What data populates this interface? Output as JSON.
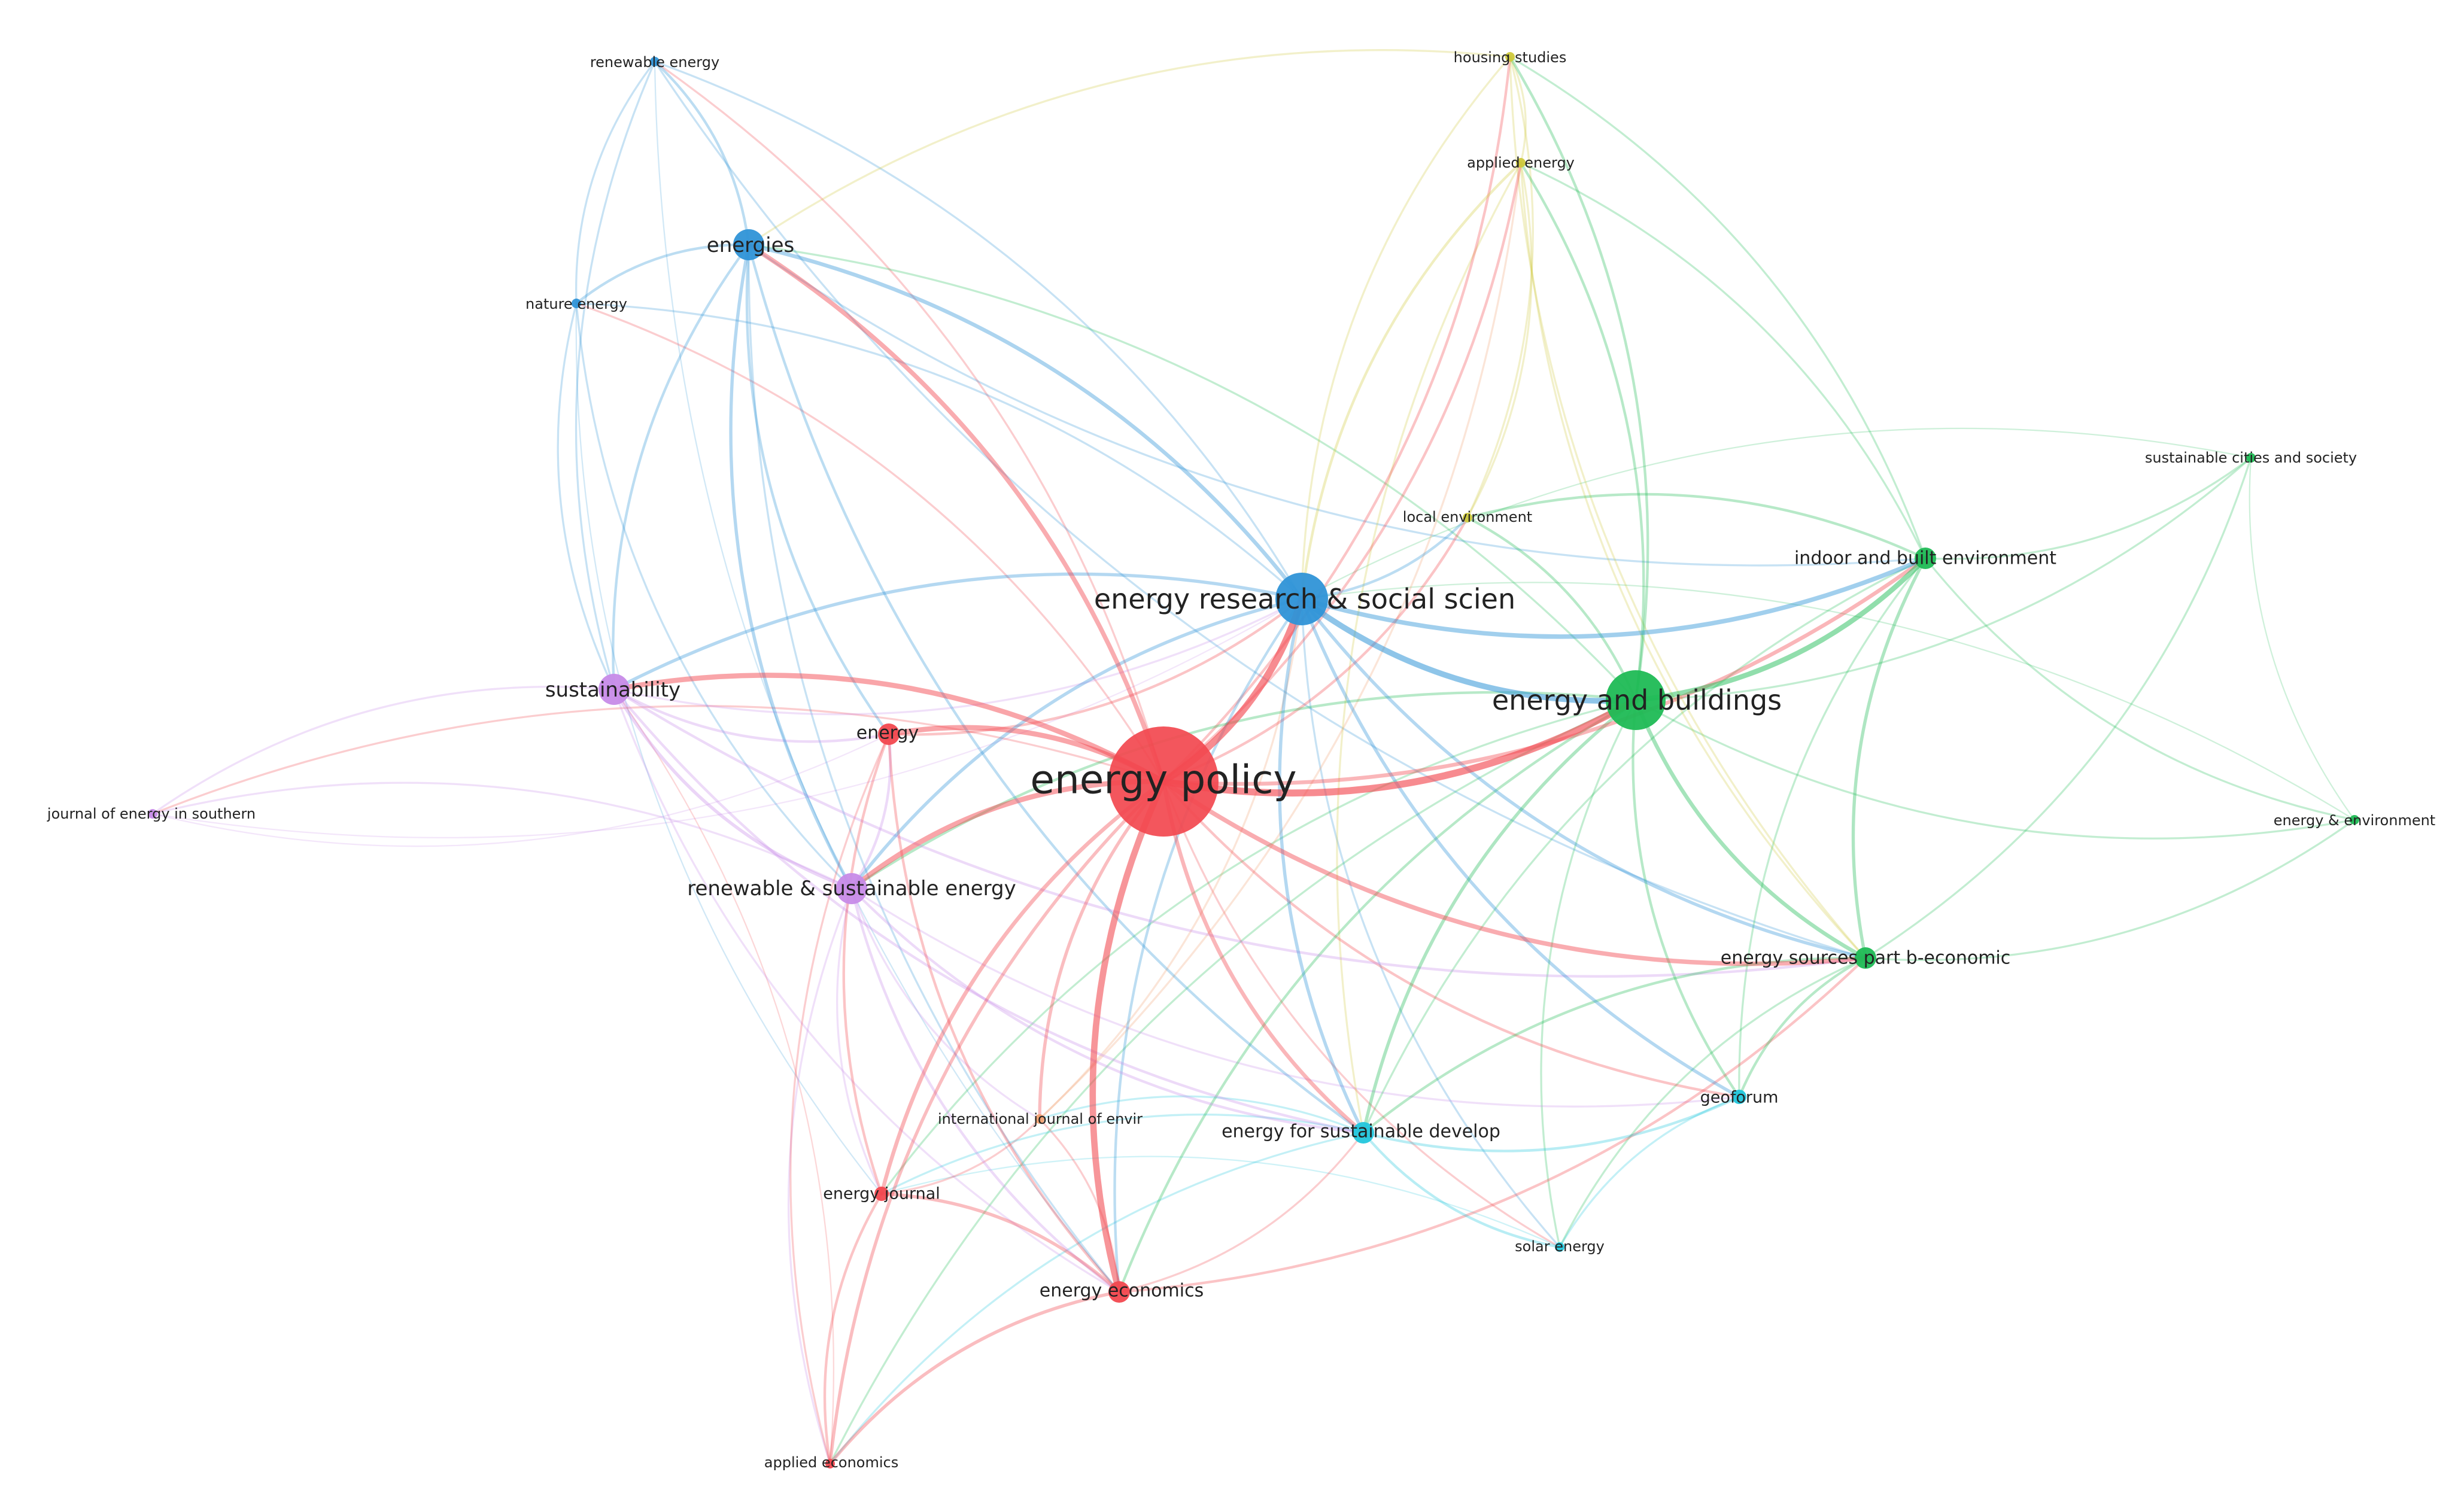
{
  "network": {
    "clusters": {
      "red": "#f2484f",
      "blue": "#2f94d7",
      "green": "#1fbb55",
      "purple": "#c78be8",
      "yellow": "#cfc93c",
      "cyan": "#22c6dc",
      "orange": "#f0a070"
    },
    "nodes": [
      {
        "id": "energy-policy",
        "label": "energy policy",
        "cluster": "red",
        "weight": 100
      },
      {
        "id": "energy-research-social",
        "label": "energy research & social scien",
        "cluster": "blue",
        "weight": 38
      },
      {
        "id": "energy-and-buildings",
        "label": "energy and buildings",
        "cluster": "green",
        "weight": 42
      },
      {
        "id": "energies",
        "label": "energies",
        "cluster": "blue",
        "weight": 16
      },
      {
        "id": "sustainability",
        "label": "sustainability",
        "cluster": "purple",
        "weight": 16
      },
      {
        "id": "renewable-sustainable",
        "label": "renewable & sustainable energy",
        "cluster": "purple",
        "weight": 14
      },
      {
        "id": "energy",
        "label": "energy",
        "cluster": "red",
        "weight": 10
      },
      {
        "id": "indoor-built",
        "label": "indoor and built environment",
        "cluster": "green",
        "weight": 12
      },
      {
        "id": "energy-sources-b",
        "label": "energy sources part b-economic",
        "cluster": "green",
        "weight": 12
      },
      {
        "id": "energy-sustainable-develop",
        "label": "energy for sustainable develop",
        "cluster": "cyan",
        "weight": 11
      },
      {
        "id": "energy-economics",
        "label": "energy economics",
        "cluster": "red",
        "weight": 11
      },
      {
        "id": "energy-journal",
        "label": "energy journal",
        "cluster": "red",
        "weight": 7
      },
      {
        "id": "international-journal-envir",
        "label": "international journal of envir",
        "cluster": "orange",
        "weight": 5
      },
      {
        "id": "geoforum",
        "label": "geoforum",
        "cluster": "cyan",
        "weight": 6
      },
      {
        "id": "solar-energy",
        "label": "solar energy",
        "cluster": "cyan",
        "weight": 5
      },
      {
        "id": "applied-economics",
        "label": "applied economics",
        "cluster": "red",
        "weight": 5
      },
      {
        "id": "local-environment",
        "label": "local environment",
        "cluster": "yellow",
        "weight": 5
      },
      {
        "id": "applied-energy",
        "label": "applied energy",
        "cluster": "yellow",
        "weight": 5
      },
      {
        "id": "housing-studies",
        "label": "housing studies",
        "cluster": "yellow",
        "weight": 5
      },
      {
        "id": "renewable-energy",
        "label": "renewable energy",
        "cluster": "blue",
        "weight": 5
      },
      {
        "id": "nature-energy",
        "label": "nature energy",
        "cluster": "blue",
        "weight": 5
      },
      {
        "id": "journal-energy-southern",
        "label": "journal of energy in southern",
        "cluster": "purple",
        "weight": 4
      },
      {
        "id": "sustainable-cities",
        "label": "sustainable cities and society",
        "cluster": "green",
        "weight": 4
      },
      {
        "id": "energy-environment",
        "label": "energy & environment",
        "cluster": "green",
        "weight": 4
      }
    ],
    "links": [
      {
        "source": "energy-policy",
        "target": "energy-research-social",
        "strength": 10
      },
      {
        "source": "energy-policy",
        "target": "energy-and-buildings",
        "strength": 10
      },
      {
        "source": "energy-policy",
        "target": "energy-economics",
        "strength": 9
      },
      {
        "source": "energy-policy",
        "target": "sustainability",
        "strength": 7
      },
      {
        "source": "energy-policy",
        "target": "renewable-sustainable",
        "strength": 7
      },
      {
        "source": "energy-policy",
        "target": "energies",
        "strength": 6
      },
      {
        "source": "energy-policy",
        "target": "energy",
        "strength": 7
      },
      {
        "source": "energy-policy",
        "target": "energy-sources-b",
        "strength": 6
      },
      {
        "source": "energy-policy",
        "target": "energy-journal",
        "strength": 5
      },
      {
        "source": "energy-policy",
        "target": "energy-sustainable-develop",
        "strength": 5
      },
      {
        "source": "energy-policy",
        "target": "applied-economics",
        "strength": 4
      },
      {
        "source": "energy-policy",
        "target": "indoor-built",
        "strength": 5
      },
      {
        "source": "energy-policy",
        "target": "international-journal-envir",
        "strength": 4
      },
      {
        "source": "energy-policy",
        "target": "geoforum",
        "strength": 3
      },
      {
        "source": "energy-policy",
        "target": "applied-energy",
        "strength": 3
      },
      {
        "source": "energy-policy",
        "target": "housing-studies",
        "strength": 3
      },
      {
        "source": "energy-policy",
        "target": "local-environment",
        "strength": 3
      },
      {
        "source": "energy-policy",
        "target": "solar-energy",
        "strength": 2
      },
      {
        "source": "energy-policy",
        "target": "renewable-energy",
        "strength": 2
      },
      {
        "source": "energy-policy",
        "target": "nature-energy",
        "strength": 2
      },
      {
        "source": "energy-policy",
        "target": "journal-energy-southern",
        "strength": 2
      },
      {
        "source": "energy-research-social",
        "target": "energy-and-buildings",
        "strength": 8
      },
      {
        "source": "energy-research-social",
        "target": "energies",
        "strength": 5
      },
      {
        "source": "energy-research-social",
        "target": "indoor-built",
        "strength": 6
      },
      {
        "source": "energy-research-social",
        "target": "sustainability",
        "strength": 4
      },
      {
        "source": "energy-research-social",
        "target": "renewable-sustainable",
        "strength": 4
      },
      {
        "source": "energy-research-social",
        "target": "energy-sources-b",
        "strength": 4
      },
      {
        "source": "energy-research-social",
        "target": "energy-sustainable-develop",
        "strength": 4
      },
      {
        "source": "energy-research-social",
        "target": "geoforum",
        "strength": 4
      },
      {
        "source": "energy-research-social",
        "target": "renewable-energy",
        "strength": 2
      },
      {
        "source": "energy-research-social",
        "target": "nature-energy",
        "strength": 2
      },
      {
        "source": "energy-research-social",
        "target": "local-environment",
        "strength": 3
      },
      {
        "source": "energy-research-social",
        "target": "energy-economics",
        "strength": 3
      },
      {
        "source": "energy-research-social",
        "target": "solar-energy",
        "strength": 2
      },
      {
        "source": "energy-and-buildings",
        "target": "indoor-built",
        "strength": 7
      },
      {
        "source": "energy-and-buildings",
        "target": "energy-sources-b",
        "strength": 5
      },
      {
        "source": "energy-and-buildings",
        "target": "energy-sustainable-develop",
        "strength": 4
      },
      {
        "source": "energy-and-buildings",
        "target": "energy-environment",
        "strength": 2
      },
      {
        "source": "energy-and-buildings",
        "target": "sustainable-cities",
        "strength": 2
      },
      {
        "source": "energy-and-buildings",
        "target": "applied-energy",
        "strength": 3
      },
      {
        "source": "energy-and-buildings",
        "target": "housing-studies",
        "strength": 3
      },
      {
        "source": "energy-and-buildings",
        "target": "local-environment",
        "strength": 3
      },
      {
        "source": "energy-and-buildings",
        "target": "geoforum",
        "strength": 3
      },
      {
        "source": "energy-and-buildings",
        "target": "renewable-sustainable",
        "strength": 3
      },
      {
        "source": "energy-and-buildings",
        "target": "energy-economics",
        "strength": 3
      },
      {
        "source": "energy-and-buildings",
        "target": "energies",
        "strength": 2
      },
      {
        "source": "energy-and-buildings",
        "target": "energy-journal",
        "strength": 2
      },
      {
        "source": "energy-and-buildings",
        "target": "applied-economics",
        "strength": 2
      },
      {
        "source": "energy-and-buildings",
        "target": "solar-energy",
        "strength": 2
      },
      {
        "source": "energies",
        "target": "renewable-energy",
        "strength": 3
      },
      {
        "source": "energies",
        "target": "nature-energy",
        "strength": 3
      },
      {
        "source": "energies",
        "target": "renewable-sustainable",
        "strength": 4
      },
      {
        "source": "energies",
        "target": "sustainability",
        "strength": 3
      },
      {
        "source": "energies",
        "target": "energy-sustainable-develop",
        "strength": 3
      },
      {
        "source": "energies",
        "target": "energy",
        "strength": 3
      },
      {
        "source": "energies",
        "target": "energy-economics",
        "strength": 2
      },
      {
        "source": "energies",
        "target": "indoor-built",
        "strength": 2
      },
      {
        "source": "renewable-energy",
        "target": "energy-sources-b",
        "strength": 2
      },
      {
        "source": "renewable-energy",
        "target": "nature-energy",
        "strength": 2
      },
      {
        "source": "renewable-energy",
        "target": "sustainability",
        "strength": 2
      },
      {
        "source": "nature-energy",
        "target": "sustainability",
        "strength": 2
      },
      {
        "source": "nature-energy",
        "target": "renewable-sustainable",
        "strength": 2
      },
      {
        "source": "sustainability",
        "target": "renewable-sustainable",
        "strength": 4
      },
      {
        "source": "sustainability",
        "target": "journal-energy-southern",
        "strength": 2
      },
      {
        "source": "sustainability",
        "target": "energy-sustainable-develop",
        "strength": 3
      },
      {
        "source": "sustainability",
        "target": "energy",
        "strength": 3
      },
      {
        "source": "sustainability",
        "target": "energy-sources-b",
        "strength": 3
      },
      {
        "source": "sustainability",
        "target": "energy-economics",
        "strength": 2
      },
      {
        "source": "sustainability",
        "target": "energy-research-social",
        "strength": 2
      },
      {
        "source": "renewable-sustainable",
        "target": "energy",
        "strength": 3
      },
      {
        "source": "renewable-sustainable",
        "target": "energy-sustainable-develop",
        "strength": 3
      },
      {
        "source": "renewable-sustainable",
        "target": "energy-journal",
        "strength": 2
      },
      {
        "source": "renewable-sustainable",
        "target": "energy-economics",
        "strength": 3
      },
      {
        "source": "renewable-sustainable",
        "target": "international-journal-envir",
        "strength": 2
      },
      {
        "source": "renewable-sustainable",
        "target": "applied-economics",
        "strength": 2
      },
      {
        "source": "renewable-sustainable",
        "target": "journal-energy-southern",
        "strength": 2
      },
      {
        "source": "renewable-sustainable",
        "target": "geoforum",
        "strength": 2
      },
      {
        "source": "energy",
        "target": "energy-economics",
        "strength": 3
      },
      {
        "source": "energy",
        "target": "energy-journal",
        "strength": 3
      },
      {
        "source": "energy",
        "target": "applied-economics",
        "strength": 2
      },
      {
        "source": "energy",
        "target": "energy-research-social",
        "strength": 3
      },
      {
        "source": "energy-economics",
        "target": "energy-journal",
        "strength": 4
      },
      {
        "source": "energy-economics",
        "target": "applied-economics",
        "strength": 4
      },
      {
        "source": "energy-economics",
        "target": "international-journal-envir",
        "strength": 2
      },
      {
        "source": "energy-economics",
        "target": "energy-sources-b",
        "strength": 3
      },
      {
        "source": "energy-economics",
        "target": "energy-sustainable-develop",
        "strength": 2
      },
      {
        "source": "energy-journal",
        "target": "applied-economics",
        "strength": 3
      },
      {
        "source": "energy-journal",
        "target": "international-journal-envir",
        "strength": 2
      },
      {
        "source": "indoor-built",
        "target": "energy-sources-b",
        "strength": 4
      },
      {
        "source": "indoor-built",
        "target": "sustainable-cities",
        "strength": 2
      },
      {
        "source": "indoor-built",
        "target": "energy-environment",
        "strength": 2
      },
      {
        "source": "indoor-built",
        "target": "local-environment",
        "strength": 3
      },
      {
        "source": "indoor-built",
        "target": "applied-energy",
        "strength": 2
      },
      {
        "source": "indoor-built",
        "target": "housing-studies",
        "strength": 2
      },
      {
        "source": "indoor-built",
        "target": "geoforum",
        "strength": 2
      },
      {
        "source": "indoor-built",
        "target": "energy-sustainable-develop",
        "strength": 2
      },
      {
        "source": "energy-sources-b",
        "target": "energy-environment",
        "strength": 2
      },
      {
        "source": "energy-sources-b",
        "target": "geoforum",
        "strength": 3
      },
      {
        "source": "energy-sources-b",
        "target": "energy-sustainable-develop",
        "strength": 3
      },
      {
        "source": "energy-sources-b",
        "target": "sustainable-cities",
        "strength": 2
      },
      {
        "source": "energy-sources-b",
        "target": "solar-energy",
        "strength": 2
      },
      {
        "source": "energy-sustainable-develop",
        "target": "geoforum",
        "strength": 3
      },
      {
        "source": "energy-sustainable-develop",
        "target": "solar-energy",
        "strength": 3
      },
      {
        "source": "energy-sustainable-develop",
        "target": "international-journal-envir",
        "strength": 2
      },
      {
        "source": "energy-sustainable-develop",
        "target": "energy-journal",
        "strength": 2
      },
      {
        "source": "energy-sustainable-develop",
        "target": "applied-economics",
        "strength": 2
      },
      {
        "source": "geoforum",
        "target": "solar-energy",
        "strength": 2
      },
      {
        "source": "local-environment",
        "target": "applied-energy",
        "strength": 2
      },
      {
        "source": "local-environment",
        "target": "housing-studies",
        "strength": 2
      },
      {
        "source": "applied-energy",
        "target": "housing-studies",
        "strength": 2
      },
      {
        "source": "applied-energy",
        "target": "energy-research-social",
        "strength": 3
      },
      {
        "source": "applied-energy",
        "target": "energy-sources-b",
        "strength": 2
      },
      {
        "source": "applied-energy",
        "target": "energy-sustainable-develop",
        "strength": 2
      },
      {
        "source": "housing-studies",
        "target": "energy-research-social",
        "strength": 2
      },
      {
        "source": "housing-studies",
        "target": "energies",
        "strength": 2
      },
      {
        "source": "housing-studies",
        "target": "energy-sources-b",
        "strength": 2
      },
      {
        "source": "international-journal-envir",
        "target": "energy-research-social",
        "strength": 2
      },
      {
        "source": "international-journal-envir",
        "target": "applied-energy",
        "strength": 2
      },
      {
        "source": "journal-energy-southern",
        "target": "energy",
        "strength": 1
      },
      {
        "source": "journal-energy-southern",
        "target": "energy-research-social",
        "strength": 1
      },
      {
        "source": "sustainable-cities",
        "target": "energy-environment",
        "strength": 1
      },
      {
        "source": "sustainable-cities",
        "target": "energy-research-social",
        "strength": 1
      },
      {
        "source": "energy-environment",
        "target": "energy-research-social",
        "strength": 1
      },
      {
        "source": "solar-energy",
        "target": "energy-journal",
        "strength": 1
      },
      {
        "source": "renewable-energy",
        "target": "energy-economics",
        "strength": 1
      },
      {
        "source": "nature-energy",
        "target": "energy-journal",
        "strength": 1
      },
      {
        "source": "applied-economics",
        "target": "sustainability",
        "strength": 1
      }
    ]
  }
}
